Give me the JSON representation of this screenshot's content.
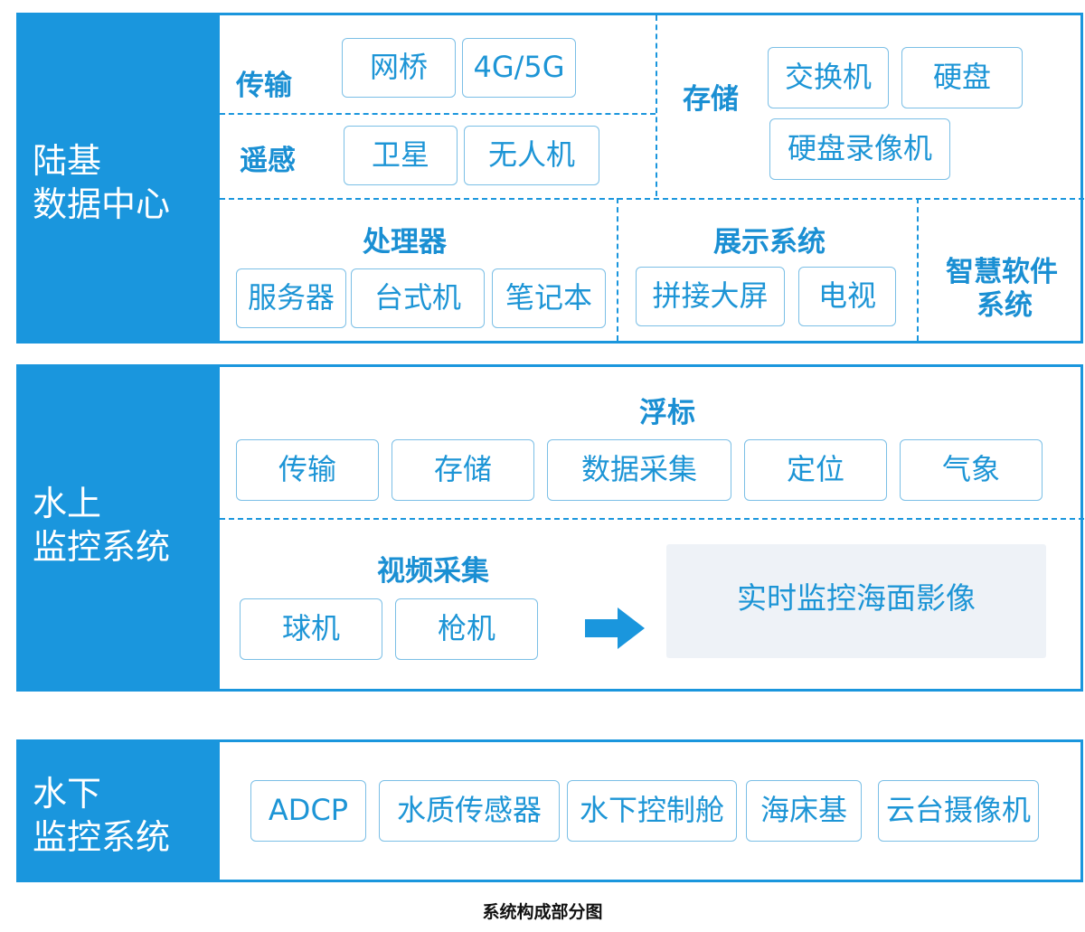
{
  "land": {
    "title_line1": "陆基",
    "title_line2": "数据中心",
    "transmission": {
      "label": "传输",
      "items": [
        "网桥",
        "4G/5G"
      ]
    },
    "remote_sensing": {
      "label": "遥感",
      "items": [
        "卫星",
        "无人机"
      ]
    },
    "storage": {
      "label": "存储",
      "items": [
        "交换机",
        "硬盘",
        "硬盘录像机"
      ]
    },
    "processor": {
      "label": "处理器",
      "items": [
        "服务器",
        "台式机",
        "笔记本"
      ]
    },
    "display": {
      "label": "展示系统",
      "items": [
        "拼接大屏",
        "电视"
      ]
    },
    "software": {
      "label_line1": "智慧软件",
      "label_line2": "系统"
    }
  },
  "surface": {
    "title_line1": "水上",
    "title_line2": "监控系统",
    "buoy": {
      "label": "浮标",
      "items": [
        "传输",
        "存储",
        "数据采集",
        "定位",
        "气象"
      ]
    },
    "video": {
      "label": "视频采集",
      "items": [
        "球机",
        "枪机"
      ]
    },
    "arrow_icon": "arrow-right-icon",
    "realtime": "实时监控海面影像"
  },
  "underwater": {
    "title_line1": "水下",
    "title_line2": "监控系统",
    "items": [
      "ADCP",
      "水质传感器",
      "水下控制舱",
      "海床基",
      "云台摄像机"
    ]
  },
  "caption": "系统构成部分图",
  "colors": {
    "primary": "#1a96dd",
    "box_border": "#7bbfe6",
    "text": "#1d95d6",
    "realtime_bg": "#eef2f7"
  }
}
